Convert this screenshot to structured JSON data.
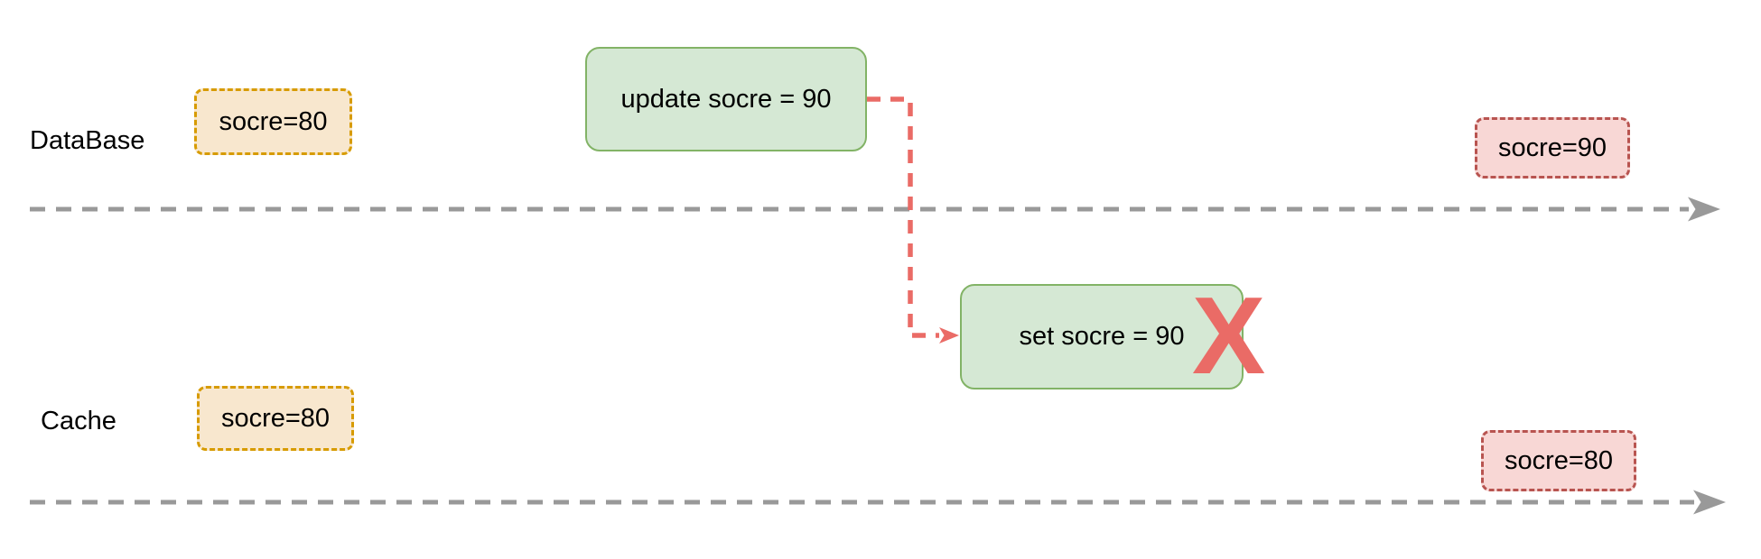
{
  "diagram": {
    "title_note": "cache-inconsistency sequence diagram",
    "lanes": [
      {
        "label": "DataBase"
      },
      {
        "label": "Cache"
      }
    ],
    "nodes": {
      "db_initial": "socre=80",
      "db_update_action": "update socre = 90",
      "db_result": "socre=90",
      "cache_set_action": "set socre = 90",
      "cache_initial": "socre=80",
      "cache_result": "socre=80",
      "fail_mark": "X"
    }
  },
  "colors": {
    "text": "#000000",
    "gray": "#999999",
    "salmon": "#ea6b66",
    "orange_fill": "#f8e7ce",
    "orange_stroke": "#d79b00",
    "green_fill": "#d5e8d4",
    "green_stroke": "#82b366",
    "red_fill": "#f8d7d5",
    "red_stroke": "#b85450"
  }
}
